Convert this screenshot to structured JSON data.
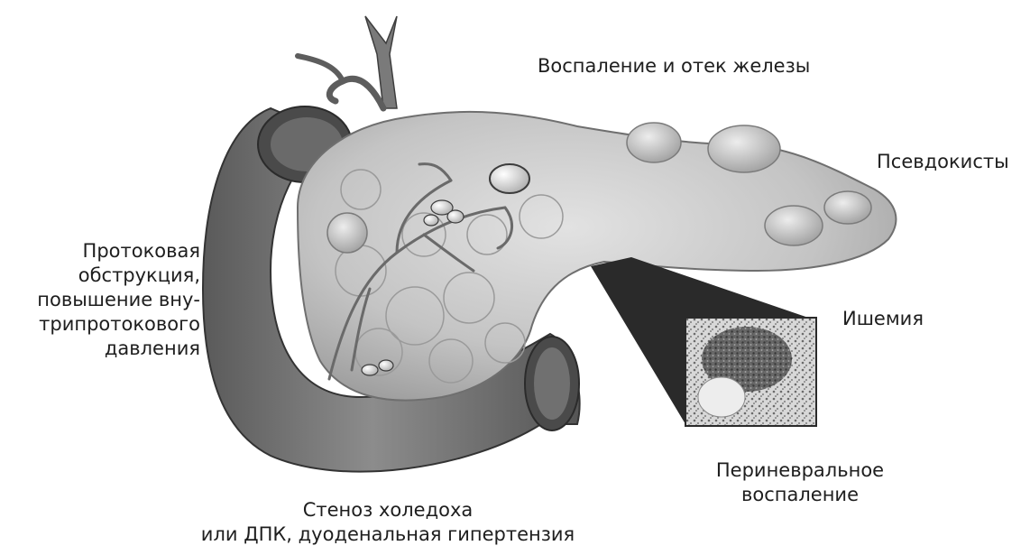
{
  "labels": {
    "inflammation": "Воспаление и отек железы",
    "pseudocysts": "Псевдокисты",
    "ductal_obstruction": [
      "Протоковая",
      "обструкция,",
      "повышение вну-",
      "трипротокового",
      "давления"
    ],
    "ischemia": "Ишемия",
    "perineural": [
      "Периневральное",
      "воспаление"
    ],
    "stenosis": [
      "Стеноз холедоха",
      "или ДПК, дуоденальная гипертензия"
    ]
  },
  "colors": {
    "ink": "#1e1e1e",
    "gland": "#bdbdbd",
    "duodenum": "#6e6e6e",
    "inset_frame": "#2a2a2a"
  }
}
